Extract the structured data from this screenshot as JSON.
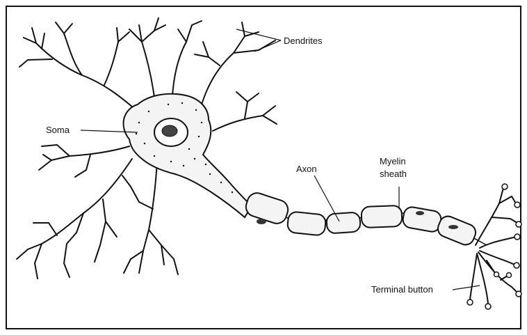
{
  "diagram": {
    "labels": {
      "dendrites": "Dendrites",
      "soma": "Soma",
      "axon": "Axon",
      "myelin_line1": "Myelin",
      "myelin_line2": "sheath",
      "terminal": "Terminal button"
    },
    "colors": {
      "ink": "#111111",
      "background": "#ffffff",
      "fill": "#f4f4f4"
    }
  }
}
